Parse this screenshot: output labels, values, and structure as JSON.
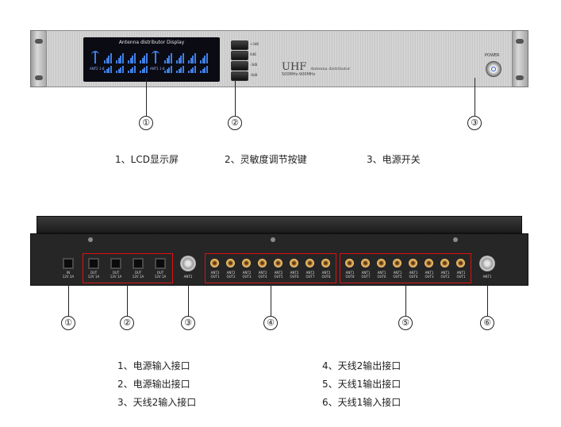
{
  "front_panel": {
    "lcd_title": "Antenna distributor Display",
    "lcd_antenna_labels": [
      "ANT2 1-8",
      "ANT1 1-8"
    ],
    "sensitivity_labels": [
      "+3dB",
      "0dB",
      "-3dB",
      "-6dB"
    ],
    "brand_main": "UHF",
    "brand_small": "Antenna distributor",
    "brand_freq": "500MHz-900MHz",
    "power_label": "POWER"
  },
  "front_callouts": [
    "①",
    "②",
    "③"
  ],
  "front_legend": {
    "item1": "1、LCD显示屏",
    "item2": "2、灵敏度调节按键",
    "item3": "3、电源开关"
  },
  "rear_panel": {
    "dc_in_label": [
      "IN",
      "12V 3A"
    ],
    "dc_out_labels": [
      [
        "OUT",
        "12V 1A"
      ],
      [
        "OUT",
        "12V 1A"
      ],
      [
        "OUT",
        "12V 1A"
      ],
      [
        "OUT",
        "12V 1A"
      ]
    ],
    "ant2_in_label": "ANT2",
    "ant2_out_labels": [
      [
        "ANT2",
        "OUT1"
      ],
      [
        "ANT2",
        "OUT2"
      ],
      [
        "ANT2",
        "OUT3"
      ],
      [
        "ANT2",
        "OUT4"
      ],
      [
        "ANT2",
        "OUT5"
      ],
      [
        "ANT2",
        "OUT6"
      ],
      [
        "ANT2",
        "OUT7"
      ],
      [
        "ANT2",
        "OUT8"
      ]
    ],
    "ant1_out_labels": [
      [
        "ANT1",
        "OUT8"
      ],
      [
        "ANT1",
        "OUT7"
      ],
      [
        "ANT1",
        "OUT6"
      ],
      [
        "ANT1",
        "OUT5"
      ],
      [
        "ANT1",
        "OUT4"
      ],
      [
        "ANT1",
        "OUT3"
      ],
      [
        "ANT1",
        "OUT2"
      ],
      [
        "ANT1",
        "OUT1"
      ]
    ],
    "ant1_in_label": "ANT1"
  },
  "rear_callouts": [
    "①",
    "②",
    "③",
    "④",
    "⑤",
    "⑥"
  ],
  "rear_legend": {
    "item1": "1、电源输入接口",
    "item2": "2、电源输出接口",
    "item3": "3、天线2输入接口",
    "item4": "4、天线2输出接口",
    "item5": "5、天线1输出接口",
    "item6": "6、天线1输入接口"
  },
  "colors": {
    "highlight": "#dd1111",
    "lcd_background": "#0b0b14",
    "lcd_icon": "#3f7fe6"
  }
}
